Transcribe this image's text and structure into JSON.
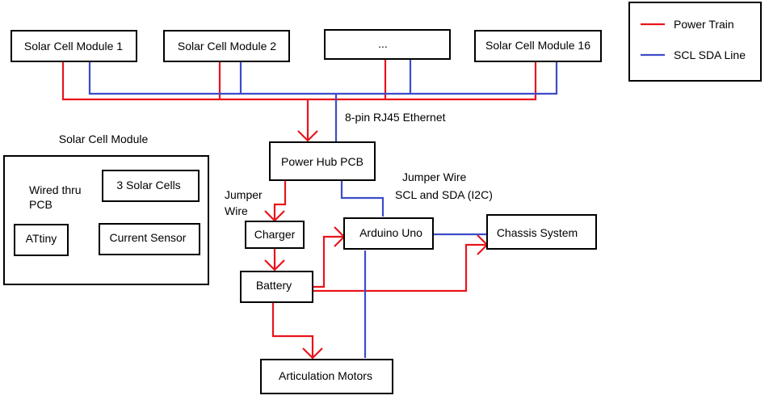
{
  "colors": {
    "power": "#e8141c",
    "signal": "#3d4cc8",
    "box_border": "#000000",
    "background": "#ffffff"
  },
  "legend": {
    "power_label": "Power Train",
    "signal_label": "SCL SDA Line"
  },
  "modules": {
    "m1": "Solar Cell Module 1",
    "m2": "Solar Cell Module 2",
    "m3": "...",
    "m16": "Solar Cell Module 16"
  },
  "nodes": {
    "hub": "Power Hub PCB",
    "charger": "Charger",
    "battery": "Battery",
    "arduino": "Arduino Uno",
    "chassis": "Chassis System",
    "motors": "Articulation Motors"
  },
  "detail": {
    "title": "Solar Cell Module",
    "cells": "3 Solar Cells",
    "sensor": "Current Sensor",
    "attiny": "ATtiny",
    "wired_line1": "Wired thru",
    "wired_line2": "PCB"
  },
  "labels": {
    "ethernet": "8-pin RJ45 Ethernet",
    "jumper_left_line1": "Jumper",
    "jumper_left_line2": "Wire",
    "jumper_right_line1": "Jumper Wire",
    "jumper_right_line2": "SCL and SDA (I2C)"
  }
}
